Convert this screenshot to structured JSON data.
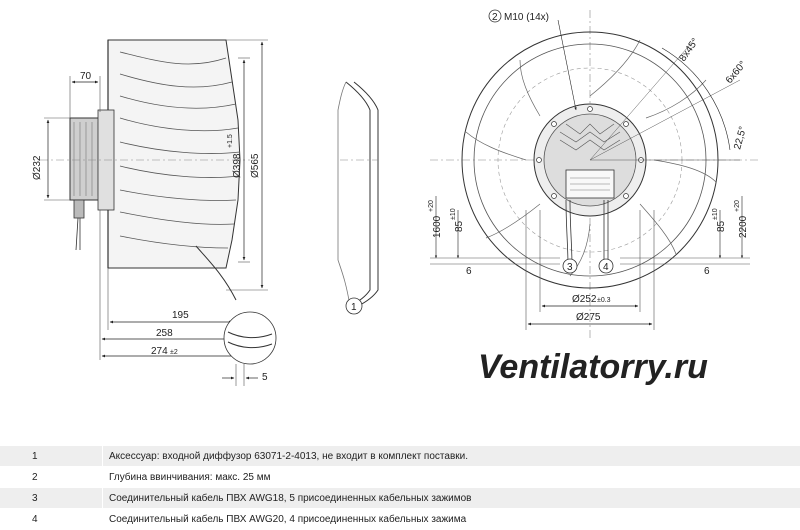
{
  "watermark": "Ventilatorry.ru",
  "dimensions": {
    "d232": "Ø232",
    "w70": "70",
    "d398": "Ø398",
    "d398_tol": "+1.5",
    "d565": "Ø565",
    "w195": "195",
    "w258": "258",
    "w274": "274",
    "w274_tol": "±2",
    "w5": "5",
    "thread": "M10 (14x)",
    "ang_8x45": "8x45°",
    "ang_6x60": "6x60°",
    "ang_22_5": "22,5°",
    "len1600": "1600",
    "len1600_tol": "+20",
    "len85a": "85",
    "len85a_tol": "±10",
    "len85b": "85",
    "len85b_tol": "±10",
    "len2200": "2200",
    "len2200_tol": "+20",
    "six_a": "6",
    "six_b": "6",
    "d252": "Ø252",
    "d252_tol": "±0.3",
    "d275": "Ø275"
  },
  "callouts": {
    "c1": "1",
    "c2": "2",
    "c3": "3",
    "c4": "4"
  },
  "notes": [
    {
      "num": "1",
      "text": "Аксессуар: входной диффузор 63071-2-4013, не входит в комплект поставки."
    },
    {
      "num": "2",
      "text": "Глубина ввинчивания: макс. 25 мм"
    },
    {
      "num": "3",
      "text": "Соединительный кабель ПВХ AWG18, 5 присоединенных кабельных зажимов"
    },
    {
      "num": "4",
      "text": "Соединительный кабель ПВХ AWG20, 4 присоединенных кабельных зажима"
    }
  ]
}
